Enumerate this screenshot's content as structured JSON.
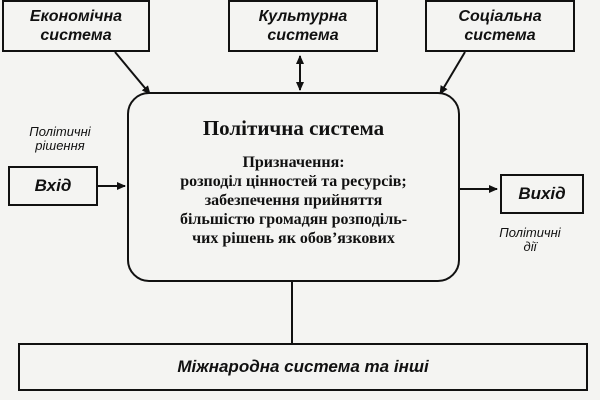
{
  "inputs": {
    "economic": [
      "Економічна",
      "система"
    ],
    "cultural": [
      "Культурна",
      "система"
    ],
    "social": [
      "Соціальна",
      "система"
    ]
  },
  "central": {
    "title": "Політична система",
    "purpose_label": "Призначення:",
    "purpose_lines": [
      "розподіл цінностей та ресурсів;",
      "забезпечення прийняття",
      "більшістю громадян розподіль-",
      "чих рішень як обов’язкових"
    ]
  },
  "input": {
    "label": "Вхід",
    "note": [
      "Політичні",
      "рішення"
    ]
  },
  "output": {
    "label": "Вихід",
    "note": [
      "Політичні",
      "дії"
    ]
  },
  "environment": {
    "label": "Міжнародна система та інші"
  }
}
